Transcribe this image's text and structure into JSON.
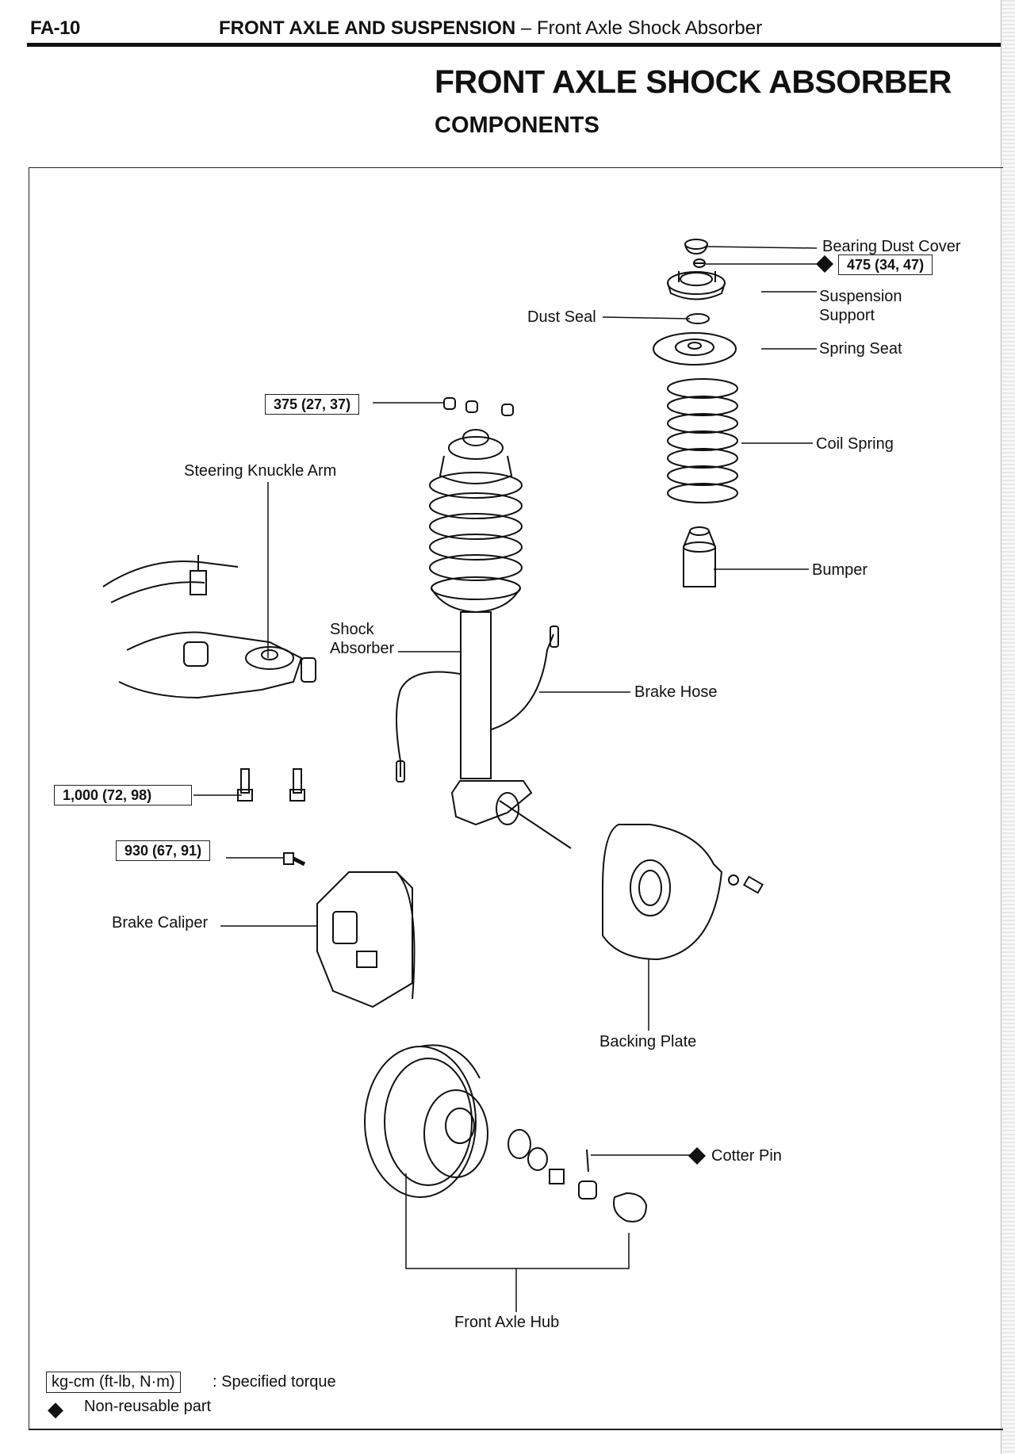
{
  "header": {
    "page_number": "FA-10",
    "section": "FRONT AXLE AND SUSPENSION",
    "separator": " – ",
    "subsection": "Front Axle Shock Absorber"
  },
  "title": "FRONT AXLE SHOCK ABSORBER",
  "subtitle": "COMPONENTS",
  "labels": {
    "bearing_dust_cover": "Bearing Dust Cover",
    "suspension_support_1": "Suspension",
    "suspension_support_2": "Support",
    "dust_seal": "Dust Seal",
    "spring_seat": "Spring Seat",
    "coil_spring": "Coil Spring",
    "steering_knuckle_arm": "Steering Knuckle Arm",
    "bumper": "Bumper",
    "shock_absorber_1": "Shock",
    "shock_absorber_2": "Absorber",
    "brake_hose": "Brake Hose",
    "brake_caliper": "Brake Caliper",
    "backing_plate": "Backing Plate",
    "cotter_pin": "Cotter Pin",
    "front_axle_hub": "Front Axle Hub"
  },
  "torques": {
    "suspension_nut": "475 (34, 47)",
    "strut_nuts": "375 (27, 37)",
    "knuckle_arm_bolts": "1,000 (72, 98)",
    "caliper_bolt": "930 (67, 91)"
  },
  "symbols": {
    "non_reusable": "◆"
  },
  "legend": {
    "torque_unit": "kg-cm (ft-lb, N·m)",
    "torque_desc": ":  Specified torque",
    "non_reusable_desc": "Non-reusable part"
  }
}
